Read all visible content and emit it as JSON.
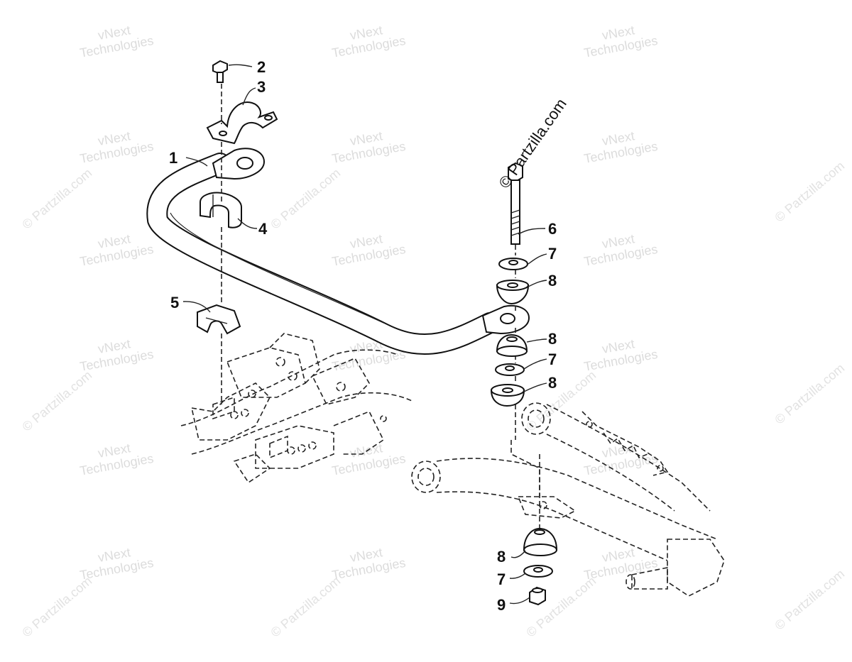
{
  "diagram": {
    "watermark_brand_lines": [
      "vNext",
      "Technologies"
    ],
    "watermark_site": "© Partzilla.com",
    "copyright": "© Partzilla.com",
    "callouts": [
      {
        "id": "c1",
        "label": "1"
      },
      {
        "id": "c2",
        "label": "2"
      },
      {
        "id": "c3",
        "label": "3"
      },
      {
        "id": "c4",
        "label": "4"
      },
      {
        "id": "c5",
        "label": "5"
      },
      {
        "id": "c6",
        "label": "6"
      },
      {
        "id": "c7a",
        "label": "7"
      },
      {
        "id": "c8a",
        "label": "8"
      },
      {
        "id": "c8b",
        "label": "8"
      },
      {
        "id": "c7b",
        "label": "7"
      },
      {
        "id": "c8c",
        "label": "8"
      },
      {
        "id": "c8d",
        "label": "8"
      },
      {
        "id": "c7c",
        "label": "7"
      },
      {
        "id": "c9",
        "label": "9"
      }
    ]
  }
}
